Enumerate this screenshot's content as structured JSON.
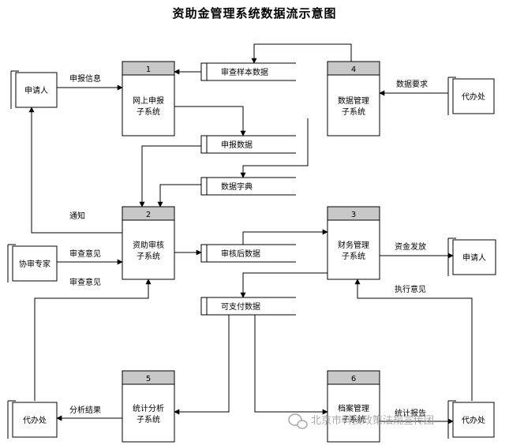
{
  "title": "资助金管理系统数据流示意图",
  "entities": {
    "applicant_left": "申请人",
    "agency_right_top": "代办处",
    "expert": "协审专家",
    "applicant_right": "申请人",
    "agency_bottom_left": "代办处",
    "agency_bottom_right": "代办处"
  },
  "processes": {
    "p1": {
      "id": "1",
      "name": [
        "网上申报",
        "子系统"
      ]
    },
    "p2": {
      "id": "2",
      "name": [
        "资助审核",
        "子系统"
      ]
    },
    "p3": {
      "id": "3",
      "name": [
        "财务管理",
        "子系统"
      ]
    },
    "p4": {
      "id": "4",
      "name": [
        "数据管理",
        "子系统"
      ]
    },
    "p5": {
      "id": "5",
      "name": [
        "统计分析",
        "子系统"
      ]
    },
    "p6": {
      "id": "6",
      "name": [
        "档案管理",
        "子系统"
      ]
    }
  },
  "stores": {
    "sample": "审查样本数据",
    "apply": "申报数据",
    "dict": "数据字典",
    "reviewed": "审核后数据",
    "payable": "可支付数据"
  },
  "flows": {
    "apply_info": "申报信息",
    "data_request": "数据要求",
    "notify": "通知",
    "review_opinion_1": "审查意见",
    "review_opinion_2": "审查意见",
    "fund_release": "资金发放",
    "exec_opinion": "执行意见",
    "analysis_result": "分析结果",
    "stat_report": "统计报告"
  },
  "watermark": "北京市科技政策法规宣传团"
}
